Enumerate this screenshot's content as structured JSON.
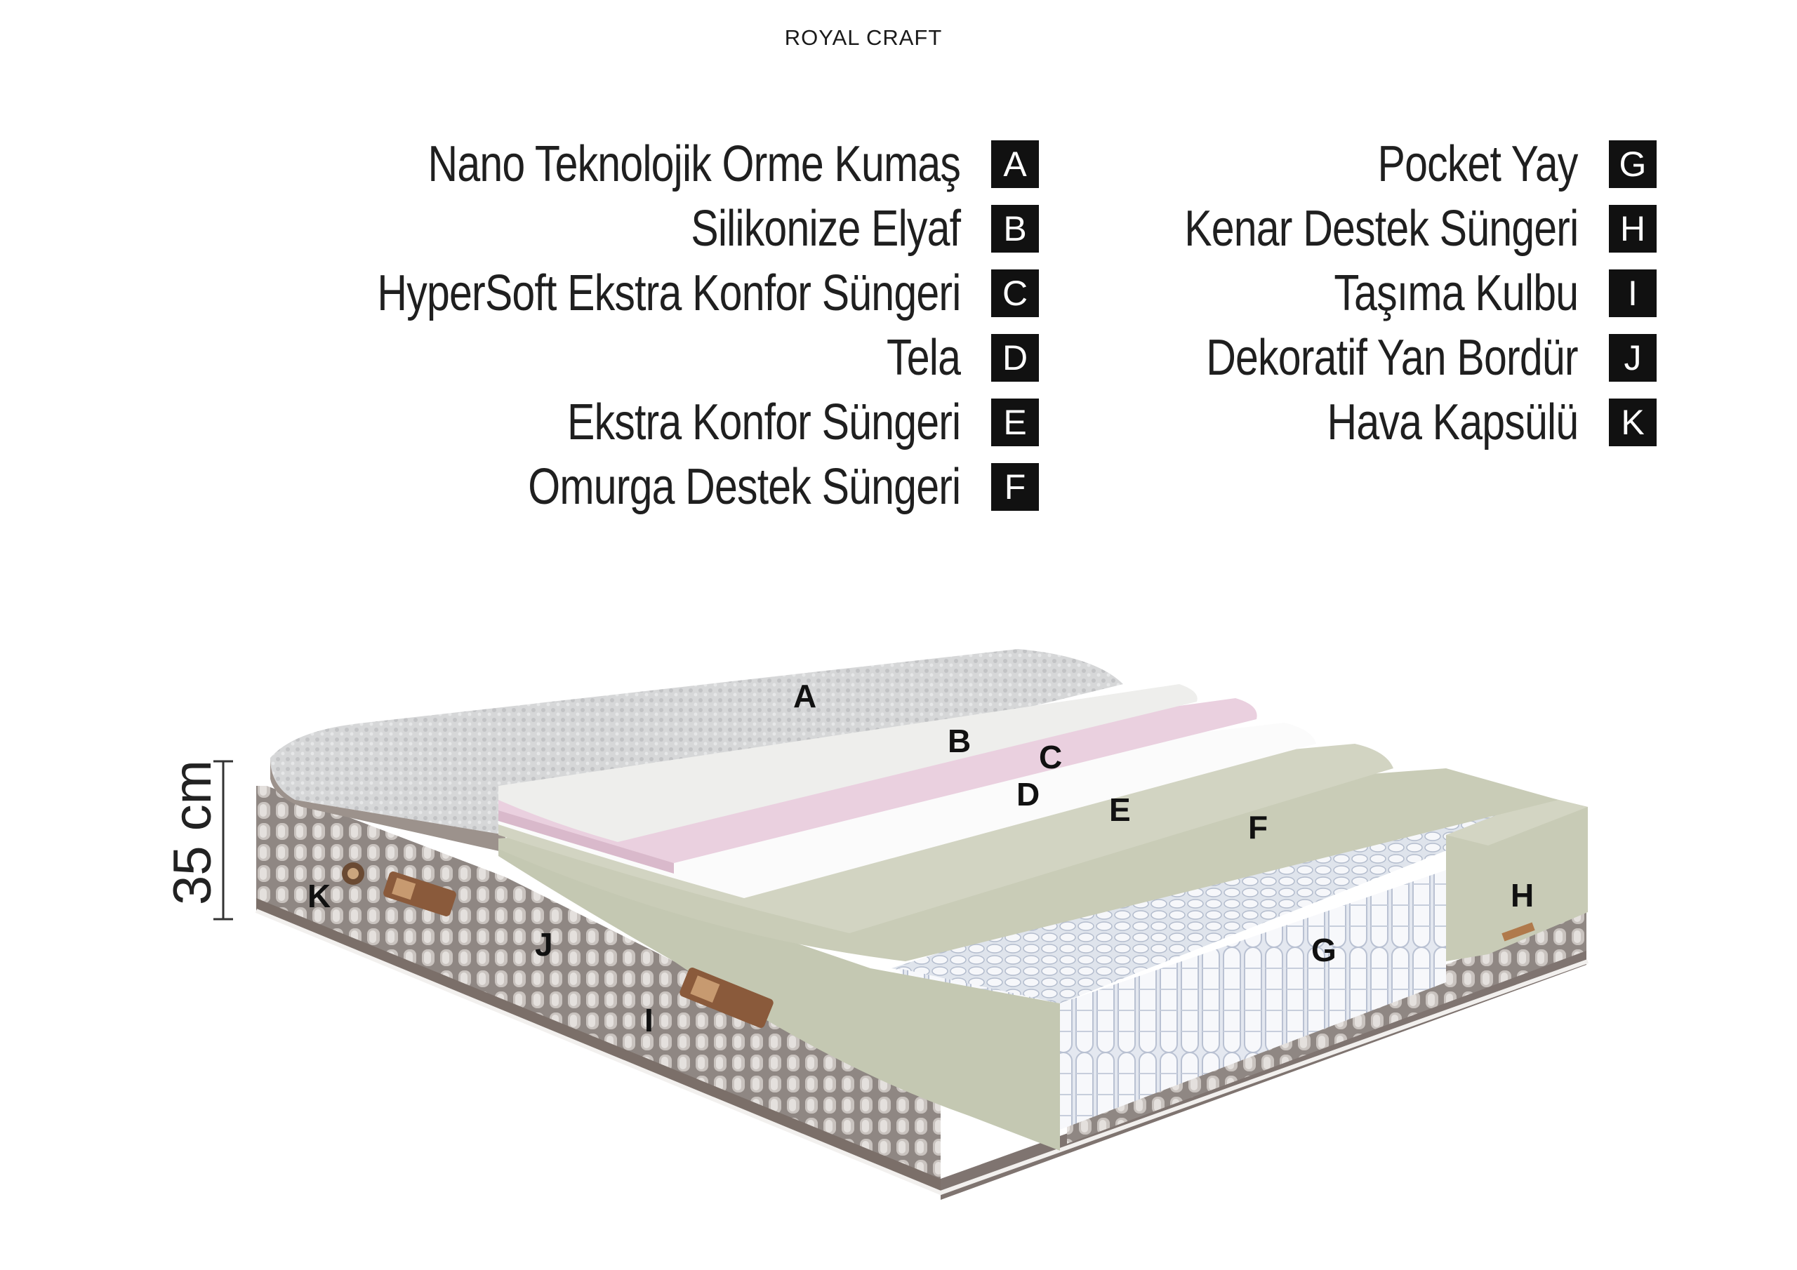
{
  "brand": "ROYAL CRAFT",
  "legend_left": [
    {
      "label": "Nano Teknolojik Orme Kumaş",
      "letter": "A"
    },
    {
      "label": "Silikonize Elyaf",
      "letter": "B"
    },
    {
      "label": "HyperSoft Ekstra Konfor Süngeri",
      "letter": "C"
    },
    {
      "label": "Tela",
      "letter": "D"
    },
    {
      "label": "Ekstra Konfor Süngeri",
      "letter": "E"
    },
    {
      "label": "Omurga Destek Süngeri",
      "letter": "F"
    }
  ],
  "legend_right": [
    {
      "label": "Pocket Yay",
      "letter": "G"
    },
    {
      "label": "Kenar Destek Süngeri",
      "letter": "H"
    },
    {
      "label": "Taşıma Kulbu",
      "letter": "I"
    },
    {
      "label": "Dekoratif Yan Bordür",
      "letter": "J"
    },
    {
      "label": "Hava Kapsülü",
      "letter": "K"
    }
  ],
  "height": "35 cm",
  "markers": {
    "A": "A",
    "B": "B",
    "C": "C",
    "D": "D",
    "E": "E",
    "F": "F",
    "G": "G",
    "H": "H",
    "I": "I",
    "J": "J",
    "K": "K"
  },
  "colors": {
    "badge": "#111111",
    "fabric_top": "#d9dadb",
    "side_border": "#8c8480",
    "layer_b": "#ececea",
    "layer_c": "#ead2e0",
    "layer_d": "#fafafa",
    "layer_foam": "#c9ccb7",
    "springs": "#f2f4f8"
  }
}
